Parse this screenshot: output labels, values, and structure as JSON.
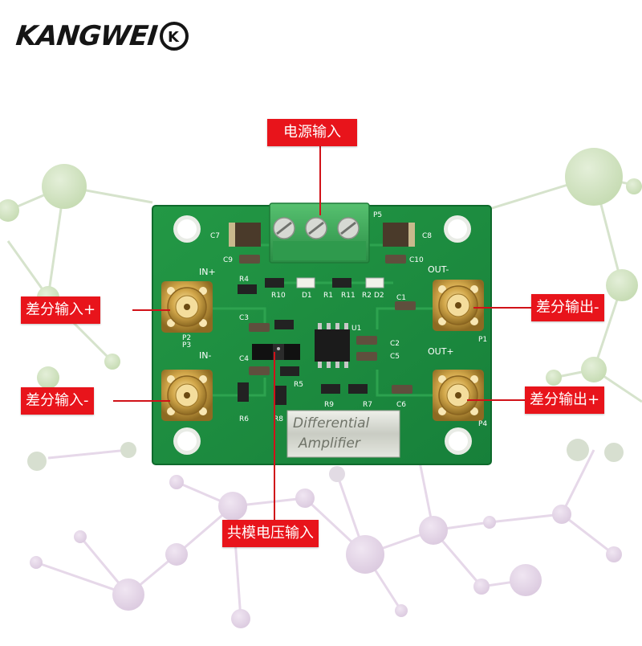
{
  "brand": {
    "name": "KANGWEI",
    "badge_letter": "K",
    "color": "#151515"
  },
  "callouts": {
    "power_input": "电源输入",
    "diff_input_pos": "差分输入+",
    "diff_input_neg": "差分输入-",
    "diff_output_neg": "差分输出-",
    "diff_output_pos": "差分输出+",
    "common_mode_input": "共模电压输入"
  },
  "board": {
    "plate_line1": "Differential",
    "plate_line2": "Amplifier",
    "labels": {
      "in_pos": "IN+",
      "in_neg": "IN-",
      "out_neg": "OUT-",
      "out_pos": "OUT+",
      "p1": "P1",
      "p2": "P2",
      "p3": "P3",
      "p4": "P4",
      "p5": "P5",
      "c1": "C1",
      "c2": "C2",
      "c3": "C3",
      "c4": "C4",
      "c5": "C5",
      "c6": "C6",
      "c7": "C7",
      "c8": "C8",
      "c9": "C9",
      "c10": "C10",
      "r1": "R1",
      "r2": "R2",
      "r4": "R4",
      "r5": "R5",
      "r6": "R6",
      "r7": "R7",
      "r8": "R8",
      "r9": "R9",
      "r10": "R10",
      "r11": "R11",
      "d1": "D1",
      "d2": "D2",
      "u1": "U1"
    }
  },
  "colors": {
    "callout_bg": "#e8141b",
    "callout_text": "#ffffff",
    "pcb_green": "#1e8a3e",
    "terminal_green": "#3aa858",
    "connector_gold": "#c9a24a"
  }
}
